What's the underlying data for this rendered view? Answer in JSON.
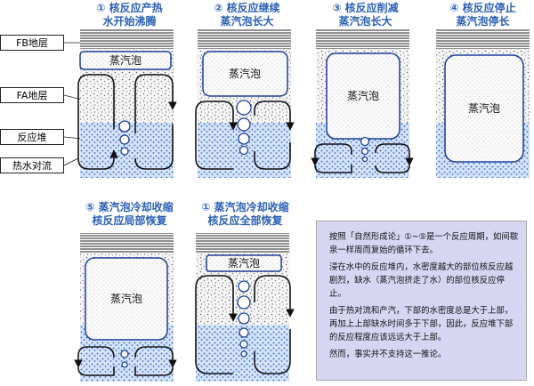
{
  "steam_label": "蒸汽泡",
  "labels": [
    "FB地层",
    "FA地层",
    "反应堆",
    "热水对流"
  ],
  "stages": [
    {
      "line1": "① 核反应产热",
      "line2": "水开始沸腾"
    },
    {
      "line1": "② 核反应继续",
      "line2": "蒸汽泡长大"
    },
    {
      "line1": "③ 核反应削减",
      "line2": "蒸汽泡长大"
    },
    {
      "line1": "④ 核反应停止",
      "line2": "蒸汽泡停长"
    },
    {
      "line1": "⑤ 蒸汽泡冷却收缩",
      "line2": "核反应局部恢复"
    },
    {
      "line1": "① 蒸汽泡冷却收缩",
      "line2": "核反应全部恢复"
    }
  ],
  "note": {
    "p1": "按照「自然形成论」①~⑤是一个反应周期，如间歇泉一样周而复始的循环下去。",
    "p2": "浸在水中的反应堆内，水密度越大的部位核反应越剧烈，缺水（蒸汽泡挤走了水）的部位核反应停止。",
    "p3": "由于热对流和产汽，下部的水密度总是大于上部，再加上上部缺水时间多于下部，因此，反应堆下部的反应程度应该远远大于上部。",
    "p4": "然而，事实并不支持这一推论。"
  },
  "colors": {
    "title": "#2a5fb4",
    "reactor_dots": "#3a6fd0",
    "rock_dots": "#777777",
    "note_bg": "#d6d6f3"
  }
}
